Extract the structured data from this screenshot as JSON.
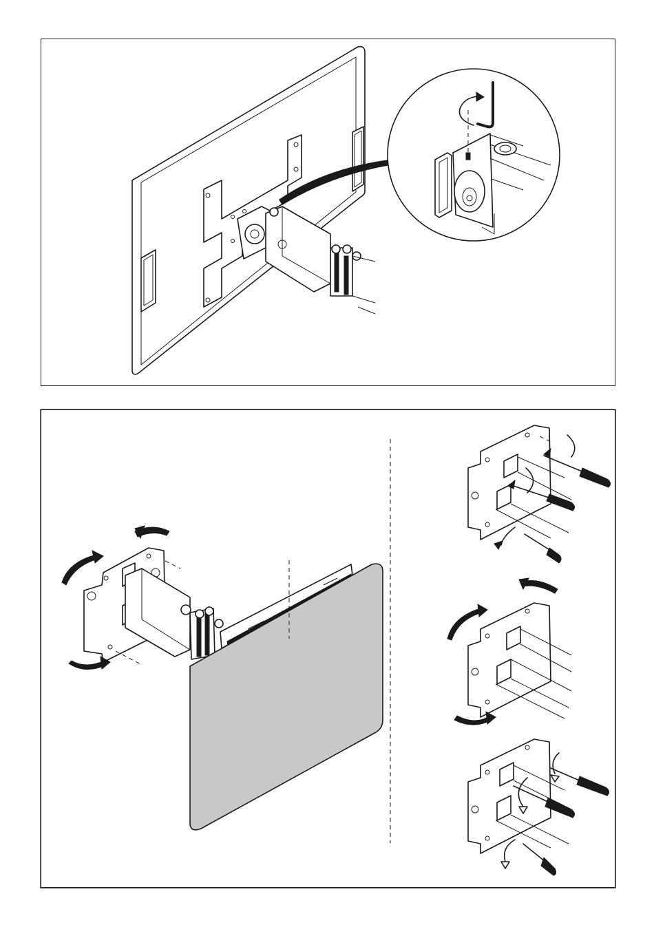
{
  "figure": {
    "panels": [
      {
        "id": "top",
        "step": "tilt-adjustment-with-allen-key"
      },
      {
        "id": "bottom",
        "step": "level-adjustment-with-screwdriver"
      }
    ],
    "icons": {
      "allen_key": "allen-key-icon",
      "screwdriver": "screwdriver-icon",
      "rotate_arrow": "rotate-arrow-icon",
      "magnifier": "detail-magnifier-icon"
    },
    "colors": {
      "line": "#1a1a1a",
      "screen_back": "#c8c8c8",
      "background": "#ffffff"
    }
  }
}
